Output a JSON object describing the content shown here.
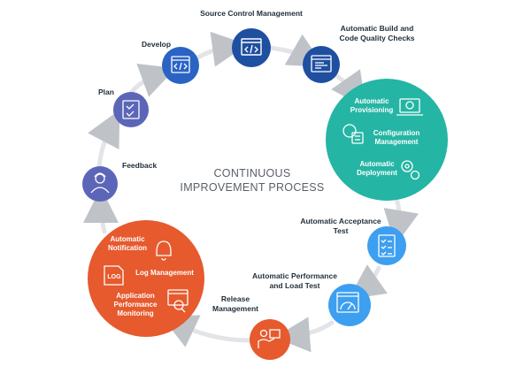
{
  "center": {
    "line1": "CONTINUOUS",
    "line2": "IMPROVEMENT PROCESS"
  },
  "steps": {
    "scm": "Source Control Management",
    "build_l1": "Automatic Build and",
    "build_l2": "Code Quality Checks",
    "develop": "Develop",
    "plan": "Plan",
    "feedback": "Feedback",
    "accept_l1": "Automatic Acceptance",
    "accept_l2": "Test",
    "perf_l1": "Automatic Performance",
    "perf_l2": "and Load Test",
    "release_l1": "Release",
    "release_l2": "Management"
  },
  "deploy_circle": {
    "prov_l1": "Automatic",
    "prov_l2": "Provisioning",
    "config_l1": "Configuration",
    "config_l2": "Management",
    "deploy_l1": "Automatic",
    "deploy_l2": "Deployment"
  },
  "ops_circle": {
    "notif_l1": "Automatic",
    "notif_l2": "Notification",
    "log_badge": "LOG",
    "log_label": "Log Management",
    "apm_l1": "Application",
    "apm_l2": "Performance",
    "apm_l3": "Monitoring"
  },
  "colors": {
    "ring": "#e2e4e7",
    "dark_blue": "#1f4fa0",
    "blue": "#2a63c4",
    "purple": "#5c66b8",
    "teal": "#25b5a4",
    "light_blue": "#3d9ff0",
    "orange_red": "#e65a2e"
  }
}
